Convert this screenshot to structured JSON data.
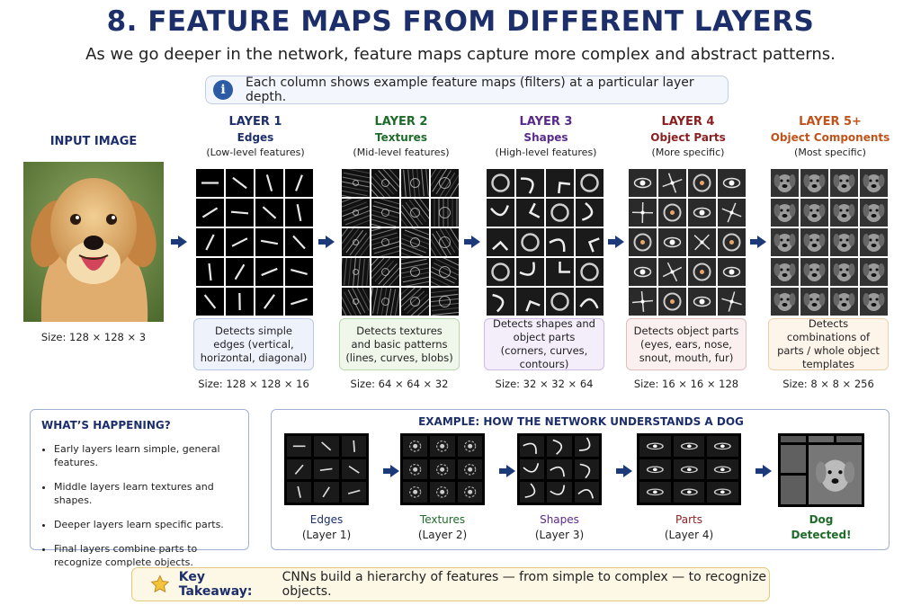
{
  "title": "8. FEATURE MAPS FROM DIFFERENT LAYERS",
  "subtitle": "As we go deeper in the network, feature maps capture more complex and abstract patterns.",
  "info": {
    "icon": "info-icon",
    "text": "Each column shows example feature maps (filters) at a particular layer depth."
  },
  "input": {
    "label": "INPUT IMAGE",
    "size": "Size: 128 × 128 × 3"
  },
  "layers": [
    {
      "title": "LAYER 1",
      "subtitle": "Edges",
      "note": "(Low-level features)",
      "color": "#1c2f6b",
      "desc": "Detects simple edges (vertical, horizontal, diagonal)",
      "desc_bg": "#eef2fb",
      "desc_border": "#b9c7e6",
      "size": "Size: 128 × 128 × 16"
    },
    {
      "title": "LAYER 2",
      "subtitle": "Textures",
      "note": "(Mid-level features)",
      "color": "#1f6b2a",
      "desc": "Detects textures and basic patterns (lines, curves, blobs)",
      "desc_bg": "#eef7ea",
      "desc_border": "#b8d8ad",
      "size": "Size: 64 × 64 × 32"
    },
    {
      "title": "LAYER 3",
      "subtitle": "Shapes",
      "note": "(High-level features)",
      "color": "#5a2a8a",
      "desc": "Detects shapes and object parts (corners, curves, contours)",
      "desc_bg": "#f3eefa",
      "desc_border": "#cdbbe6",
      "size": "Size: 32 × 32 × 64"
    },
    {
      "title": "LAYER 4",
      "subtitle": "Object Parts",
      "note": "(More specific)",
      "color": "#8a1f1f",
      "desc": "Detects object parts (eyes, ears, nose, snout, mouth, fur)",
      "desc_bg": "#fbf0f0",
      "desc_border": "#e3bcbc",
      "size": "Size: 16 × 16 × 128"
    },
    {
      "title": "LAYER 5+",
      "subtitle": "Object Components",
      "note": "(Most specific)",
      "color": "#c0531a",
      "desc": "Detects combinations of parts / whole object templates",
      "desc_bg": "#fdf5ea",
      "desc_border": "#ecd1a8",
      "size": "Size: 8 × 8 × 256"
    }
  ],
  "happening": {
    "heading": "WHAT’S HAPPENING?",
    "items": [
      "Early layers learn simple, general features.",
      "Middle layers learn textures and shapes.",
      "Deeper layers learn specific parts.",
      "Final layers combine parts to recognize complete objects."
    ]
  },
  "example": {
    "title": "EXAMPLE: HOW THE NETWORK UNDERSTANDS A DOG",
    "steps": [
      {
        "name": "Edges",
        "sub": "(Layer 1)",
        "color": "#1c2f6b"
      },
      {
        "name": "Textures",
        "sub": "(Layer 2)",
        "color": "#1f6b2a"
      },
      {
        "name": "Shapes",
        "sub": "(Layer 3)",
        "color": "#5a2a8a"
      },
      {
        "name": "Parts",
        "sub": "(Layer 4)",
        "color": "#8a1f1f"
      },
      {
        "name": "Dog",
        "sub": "Detected!",
        "color": "#1f6b2a"
      }
    ]
  },
  "takeaway": {
    "icon": "star-icon",
    "label": "Key Takeaway:",
    "text": "CNNs build a hierarchy of features — from simple to complex — to recognize objects."
  }
}
